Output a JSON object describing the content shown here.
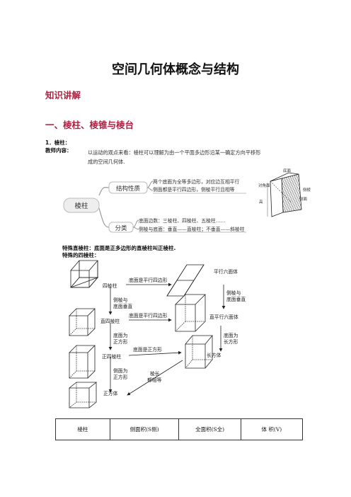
{
  "doc": {
    "title": "空间几何体概念与结构",
    "section_knowledge": "知识讲解",
    "section_one": "一、棱柱、棱锥与棱台",
    "item1": "1．棱柱：",
    "teacher": "教师内容：",
    "intro_line1": "以运动的观点来看：棱柱可以理解为由一个平面多边形沿某一确定方向平移形",
    "intro_line2": "成的空间几何体."
  },
  "mindmap": {
    "center": "棱柱",
    "branch1": "结构性质",
    "branch1_line1": "两个底面为全等多边形，对应边互相平行",
    "branch1_line2": "侧面都是平行四边形，侧棱平行且相等",
    "branch2": "分类",
    "branch2_line1": "底面边数：三棱柱、四棱柱、五棱柱……",
    "branch2_line2": "侧棱与底面：垂直——直棱柱；不垂直——斜棱柱",
    "prism_labels": {
      "top": "底面",
      "diag": "对角面",
      "edge": "侧棱",
      "side": "侧面",
      "bottom": "高"
    }
  },
  "special": {
    "line1": "特殊直棱柱：底面是正多边形的直棱柱叫正棱柱.",
    "line2": "特殊的四棱柱："
  },
  "flow": {
    "n1": "四棱柱",
    "e12": "底面是平行四边形",
    "n2": "平行六面体",
    "e13a": "侧棱与",
    "e13b": "底面垂直",
    "e24a": "侧棱与",
    "e24b": "底面垂直",
    "n3": "直四棱柱",
    "e34": "底面是平行四边形",
    "n4": "直平行六面体",
    "e35a": "底面为",
    "e35b": "正方形",
    "e46a": "底面为",
    "e46b": "长方形",
    "n5": "正四棱柱",
    "e56": "底面是正方形",
    "n6": "长方体",
    "e57a": "侧面为",
    "e57b": "正方形",
    "e67a": "棱长",
    "e67b": "都相等",
    "n7": "正方体"
  },
  "table": {
    "c1": "棱柱",
    "c2": "侧面积(S侧)",
    "c3": "全面积(S全)",
    "c4": "体 积(V)"
  }
}
